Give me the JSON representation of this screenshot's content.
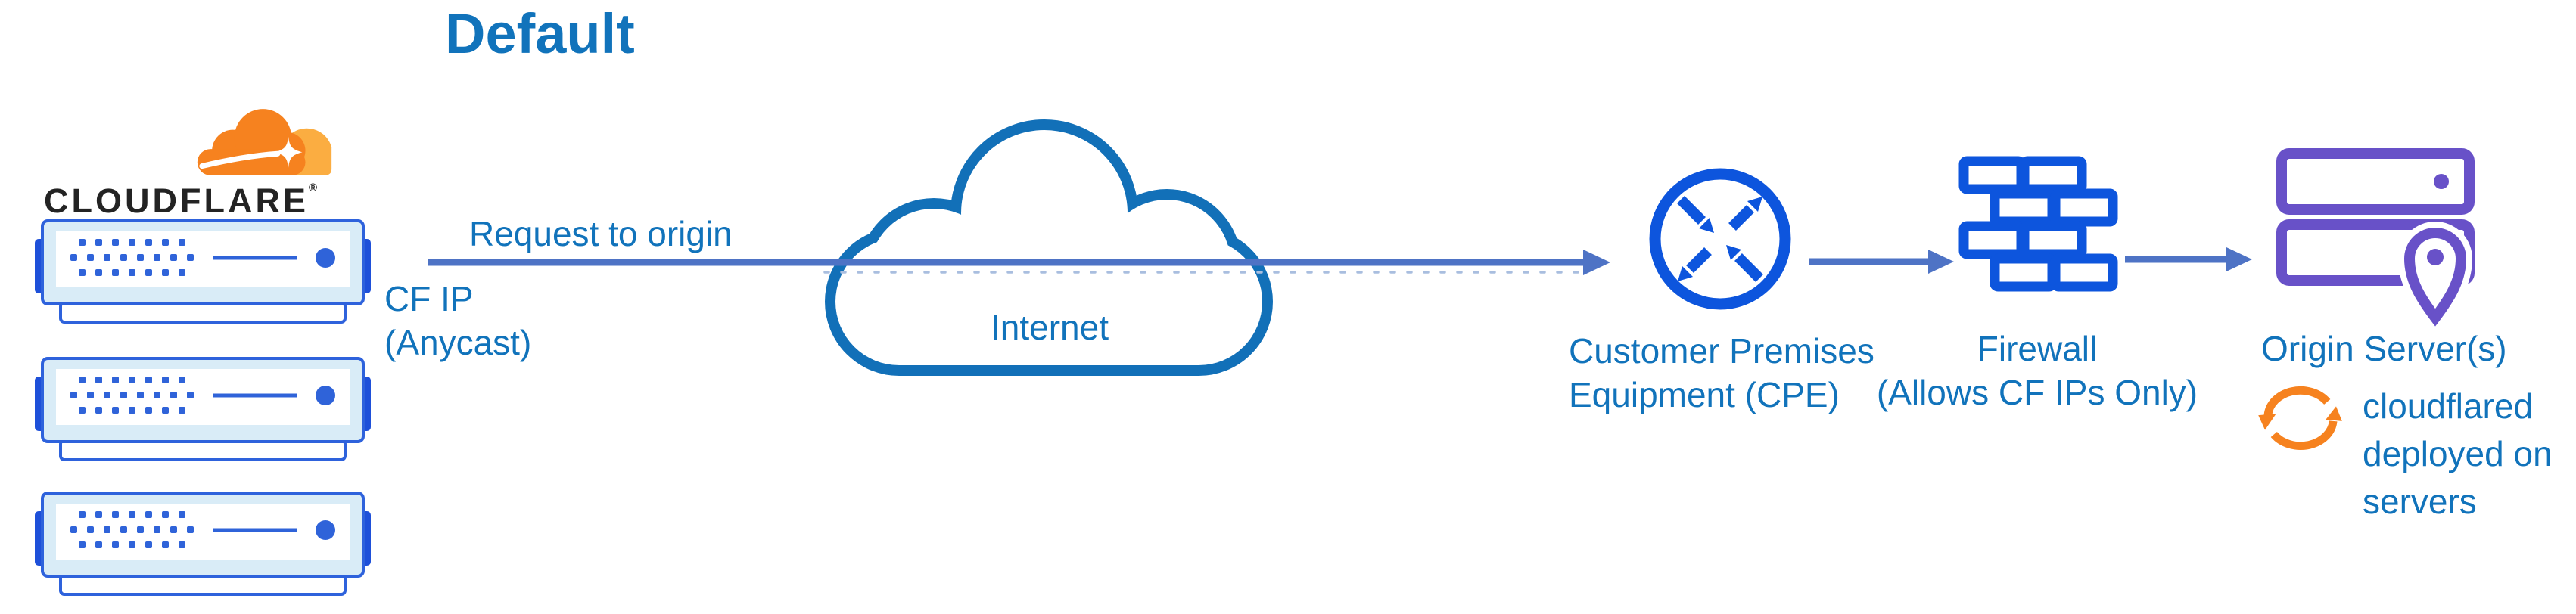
{
  "title": "Default",
  "colors": {
    "text_blue": "#1173bb",
    "cloud_stroke": "#1270b8",
    "icon_blue": "#0d55dd",
    "connector_blue": "#4e73c5",
    "dash_blue": "#a9bedf",
    "server_border": "#2e62dc",
    "server_fill": "#d9ecf7",
    "server_tab": "#1e50d9",
    "server_dot": "#2f63d9",
    "purple": "#6851c8",
    "orange": "#f6821f",
    "orange_light": "#fbad41",
    "wordmark_black": "#232323"
  },
  "nodes": {
    "cloudflare": {
      "wordmark": "CLOUDFLARE",
      "registered": "®",
      "server_count": 3
    },
    "edge_label": {
      "line1": "Request to origin"
    },
    "cf_ip_label": {
      "line1": "CF IP",
      "line2": "(Anycast)"
    },
    "internet": {
      "label": "Internet"
    },
    "cpe": {
      "label_line1": "Customer Premises",
      "label_line2": "Equipment (CPE)"
    },
    "firewall": {
      "label_line1": "Firewall",
      "label_line2": "(Allows CF IPs Only)"
    },
    "origin": {
      "label": "Origin Server(s)",
      "note_line1": "cloudflared",
      "note_line2": "deployed on",
      "note_line3": "servers"
    }
  }
}
